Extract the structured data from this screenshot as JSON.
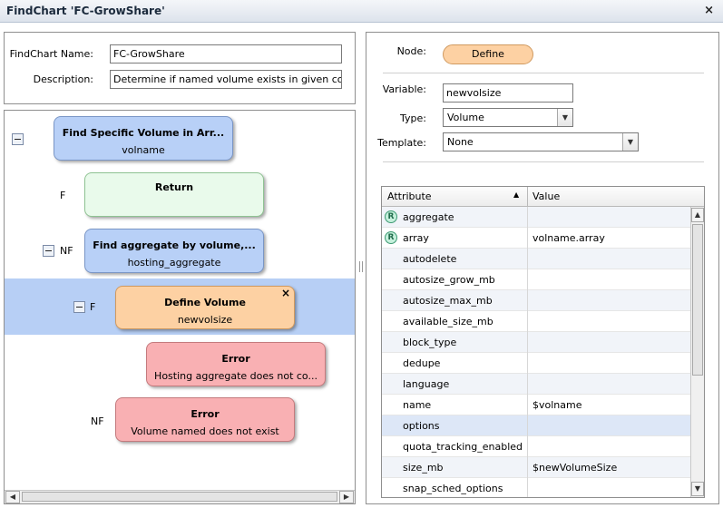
{
  "window": {
    "title": "FindChart 'FC-GrowShare'",
    "close_label": "×"
  },
  "form": {
    "name_label": "FindChart Name:",
    "name_value": "FC-GrowShare",
    "description_label": "Description:",
    "description_value": "Determine if named volume exists in given controller"
  },
  "flow": {
    "nodes": [
      {
        "title": "Find Specific Volume in Arr...",
        "subtitle": "volname",
        "color": "blue"
      },
      {
        "title": "Return",
        "subtitle": "",
        "color": "green"
      },
      {
        "title": "Find aggregate by volume,...",
        "subtitle": "hosting_aggregate",
        "color": "blue"
      },
      {
        "title": "Define Volume",
        "subtitle": "newvolsize",
        "color": "orange"
      },
      {
        "title": "Error",
        "subtitle": "Hosting aggregate does not co...",
        "color": "red"
      },
      {
        "title": "Error",
        "subtitle": "Volume named does not exist",
        "color": "red"
      }
    ],
    "edges": [
      "F",
      "NF",
      "F",
      "NF"
    ],
    "node_close_label": "×"
  },
  "detail": {
    "node_label": "Node:",
    "node_value": "Define",
    "variable_label": "Variable:",
    "variable_value": "newvolsize",
    "type_label": "Type:",
    "type_value": "Volume",
    "template_label": "Template:",
    "template_value": "None"
  },
  "attributes": {
    "columns": [
      "Attribute",
      "Value"
    ],
    "rows": [
      {
        "name": "aggregate",
        "value": "",
        "required": true
      },
      {
        "name": "array",
        "value": "volname.array",
        "required": true
      },
      {
        "name": "autodelete",
        "value": "",
        "required": false
      },
      {
        "name": "autosize_grow_mb",
        "value": "",
        "required": false
      },
      {
        "name": "autosize_max_mb",
        "value": "",
        "required": false
      },
      {
        "name": "available_size_mb",
        "value": "",
        "required": false
      },
      {
        "name": "block_type",
        "value": "",
        "required": false
      },
      {
        "name": "dedupe",
        "value": "",
        "required": false
      },
      {
        "name": "language",
        "value": "",
        "required": false
      },
      {
        "name": "name",
        "value": "$volname",
        "required": false
      },
      {
        "name": "options",
        "value": "",
        "required": false
      },
      {
        "name": "quota_tracking_enabled",
        "value": "",
        "required": false
      },
      {
        "name": "size_mb",
        "value": "$newVolumeSize",
        "required": false
      },
      {
        "name": "snap_sched_options",
        "value": "",
        "required": false
      }
    ],
    "required_badge": "R"
  },
  "colors": {
    "selection": "#b7cff5",
    "define_pill": "#fdd1a3"
  }
}
